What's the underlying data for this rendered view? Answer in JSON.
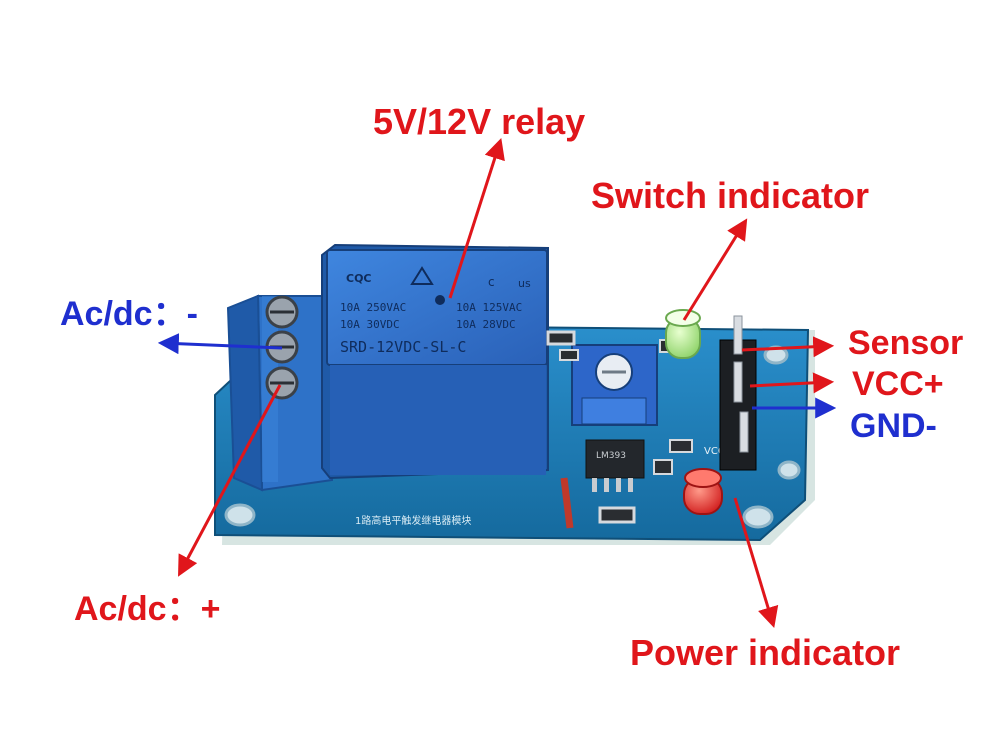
{
  "labels": {
    "relay": "5V/12V relay",
    "switch_indicator": "Switch indicator",
    "ac_dc_minus": "Ac/dc：-",
    "ac_dc_plus": "Ac/dc：+",
    "sensor": "Sensor",
    "vcc": "VCC+",
    "gnd": "GND-",
    "power_indicator": "Power indicator"
  },
  "relay_markings": {
    "row1_left": "10A 250VAC",
    "row1_right": "10A 125VAC",
    "row2_left": "10A  30VDC",
    "row2_right": "10A 28VDC",
    "model": "SRD-12VDC-SL-C",
    "cert1": "CQC",
    "cert2": "c",
    "cert3": "us"
  },
  "board_markings": {
    "pcb_silk": "1路高电平触发继电器模块",
    "vcc_pad": "VCC",
    "chip": "LM393"
  },
  "colors": {
    "label_red": "#e0161b",
    "label_blue": "#1f2fcf",
    "pcb": "#1d7fb8",
    "relay_body": "#2f6fc9"
  }
}
